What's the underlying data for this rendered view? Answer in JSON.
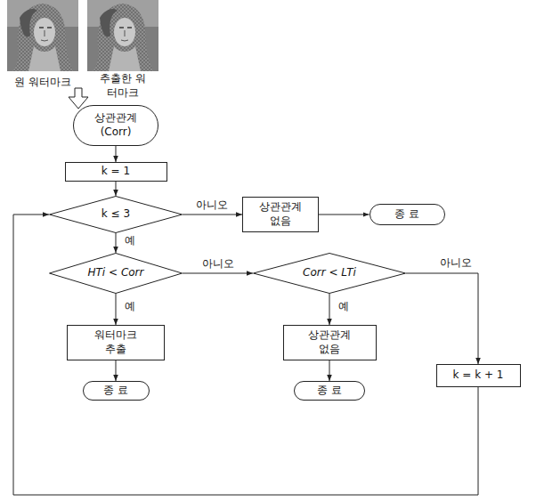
{
  "diagram": {
    "nodes": [
      {
        "text": [
          "상관관계 (Corr)"
        ]
      },
      {
        "text": [
          "k = 1"
        ]
      },
      {
        "text": [
          "k ≤ 3"
        ]
      },
      {
        "text": [
          "상관관계 없음"
        ]
      },
      {
        "text": [
          "종 료"
        ]
      },
      {
        "text": [
          "HTi < Corr"
        ]
      },
      {
        "text": [
          "Corr < LTi"
        ]
      },
      {
        "text": [
          "워터마크 추출"
        ]
      },
      {
        "text": [
          "상관관계 없음"
        ]
      },
      {
        "text": [
          "k = k + 1"
        ]
      },
      {
        "text": [
          "종 료"
        ]
      },
      {
        "text": [
          "종 료"
        ]
      }
    ],
    "edges": [
      {
        "from": 0,
        "to": 1,
        "arrow": "to"
      },
      {
        "from": 1,
        "to": 2,
        "arrow": "to"
      },
      {
        "from": 2,
        "to": 3,
        "label": "아니오",
        "arrow": "to"
      },
      {
        "from": 3,
        "to": 4,
        "arrow": "to"
      },
      {
        "from": 2,
        "to": 5,
        "label": "예",
        "arrow": "to"
      },
      {
        "from": 5,
        "to": 6,
        "label": "아니오",
        "arrow": "to"
      },
      {
        "from": 5,
        "to": 7,
        "label": "예",
        "arrow": "to"
      },
      {
        "from": 6,
        "to": 8,
        "label": "예",
        "arrow": "to"
      },
      {
        "from": 6,
        "to": 9,
        "label": "아니오",
        "arrow": "to"
      },
      {
        "from": 9,
        "to": 2,
        "arrow": "to"
      },
      {
        "from": 7,
        "to": 10,
        "arrow": "to"
      },
      {
        "from": 8,
        "to": 11,
        "arrow": "to"
      }
    ],
    "labels": [
      "원 워터마크",
      "추출한 워터마크"
    ]
  }
}
